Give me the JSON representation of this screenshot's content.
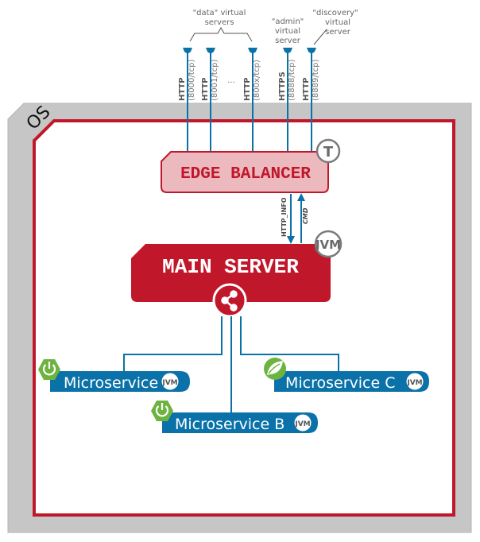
{
  "colors": {
    "os_fill": "#c6c6c6",
    "red": "#c0172b",
    "edge_fill": "#ebb9be",
    "blue": "#0a72a8",
    "spring_green": "#6db33f",
    "badge_gray": "#7b7b7b"
  },
  "os": {
    "label": "OS"
  },
  "annotations": {
    "data_servers": [
      "\"data\" virtual",
      "servers"
    ],
    "admin_server": [
      "\"admin\"",
      "virtual",
      "server"
    ],
    "discovery_server": [
      "\"discovery\"",
      "virtual",
      "server"
    ],
    "ellipsis": "..."
  },
  "endpoints": [
    {
      "protocol": "HTTP",
      "port": "(8000/tcp)"
    },
    {
      "protocol": "HTTP",
      "port": "(8001/tcp)"
    },
    {
      "protocol": "HTTP",
      "port": "(800x/tcp)"
    },
    {
      "protocol": "HTTPS",
      "port": "(8888/tcp)"
    },
    {
      "protocol": "HTTP",
      "port": "(8889/tcp)"
    }
  ],
  "edge_balancer": {
    "label": "EDGE BALANCER",
    "badge": "T"
  },
  "links": {
    "down": "HTTP_INFO",
    "up": "CMD"
  },
  "main_server": {
    "label": "MAIN SERVER",
    "badge": "JVM",
    "hub_icon": "share-icon"
  },
  "microservices": [
    {
      "label": "Microservice A",
      "badge": "JVM",
      "icon": "spring-boot-power-icon"
    },
    {
      "label": "Microservice B",
      "badge": "JVM",
      "icon": "spring-boot-power-icon"
    },
    {
      "label": "Microservice C",
      "badge": "JVM",
      "icon": "spring-leaf-icon"
    }
  ]
}
